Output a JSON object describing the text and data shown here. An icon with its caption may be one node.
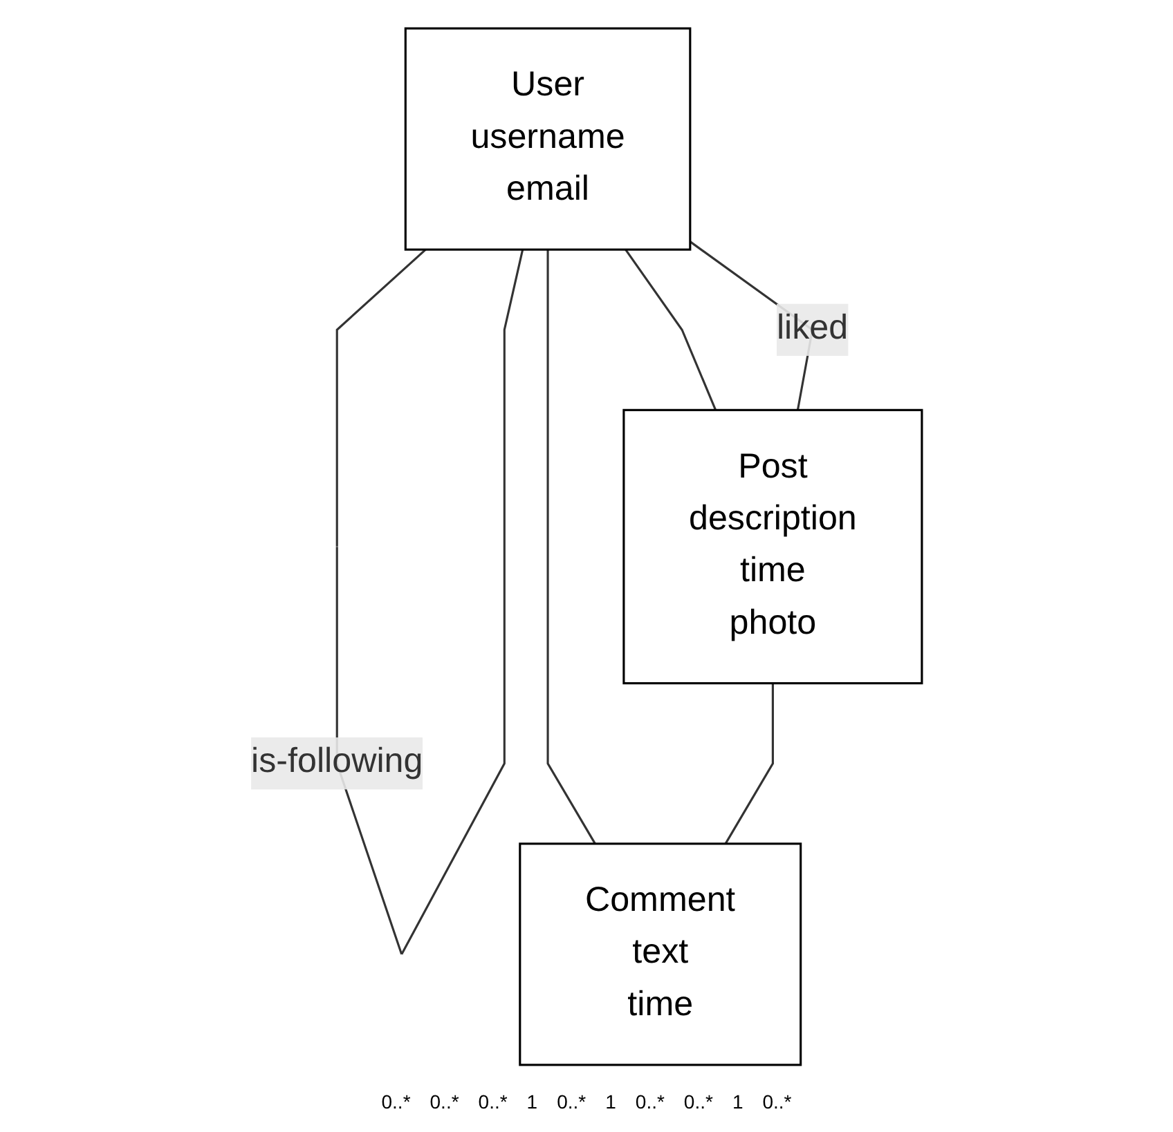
{
  "diagram": {
    "nodes": [
      {
        "text": [
          "User",
          "username",
          "email"
        ]
      },
      {
        "text": [
          "Comment",
          "text",
          "time"
        ]
      },
      {
        "text": [
          "Post",
          "description",
          "time",
          "photo"
        ]
      }
    ],
    "edges": [
      {
        "from": 0,
        "to": 0,
        "arrow": "none",
        "label": "is-following"
      },
      {
        "from": 0,
        "to": 1,
        "arrow": "none"
      },
      {
        "from": 0,
        "to": 2,
        "arrow": "none"
      },
      {
        "from": 0,
        "to": 2,
        "arrow": "none",
        "label": "liked"
      },
      {
        "from": 2,
        "to": 1,
        "arrow": "none"
      }
    ],
    "labels": [
      "0..*",
      "0..*",
      "0..*",
      "1",
      "0..*",
      "1",
      "0..*",
      "0..*",
      "1",
      "0..*"
    ]
  }
}
